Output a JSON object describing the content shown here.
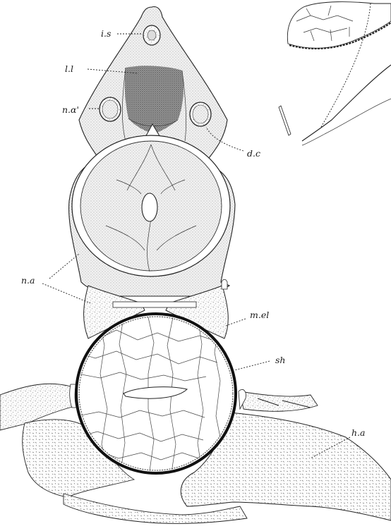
{
  "figure": {
    "labels": {
      "is": "i.s",
      "ll": "l.l",
      "na_prime": "n.α'",
      "dc": "d.c",
      "na": "n.a",
      "mel": "m.el",
      "sh": "sh",
      "ha": "h.a"
    }
  }
}
